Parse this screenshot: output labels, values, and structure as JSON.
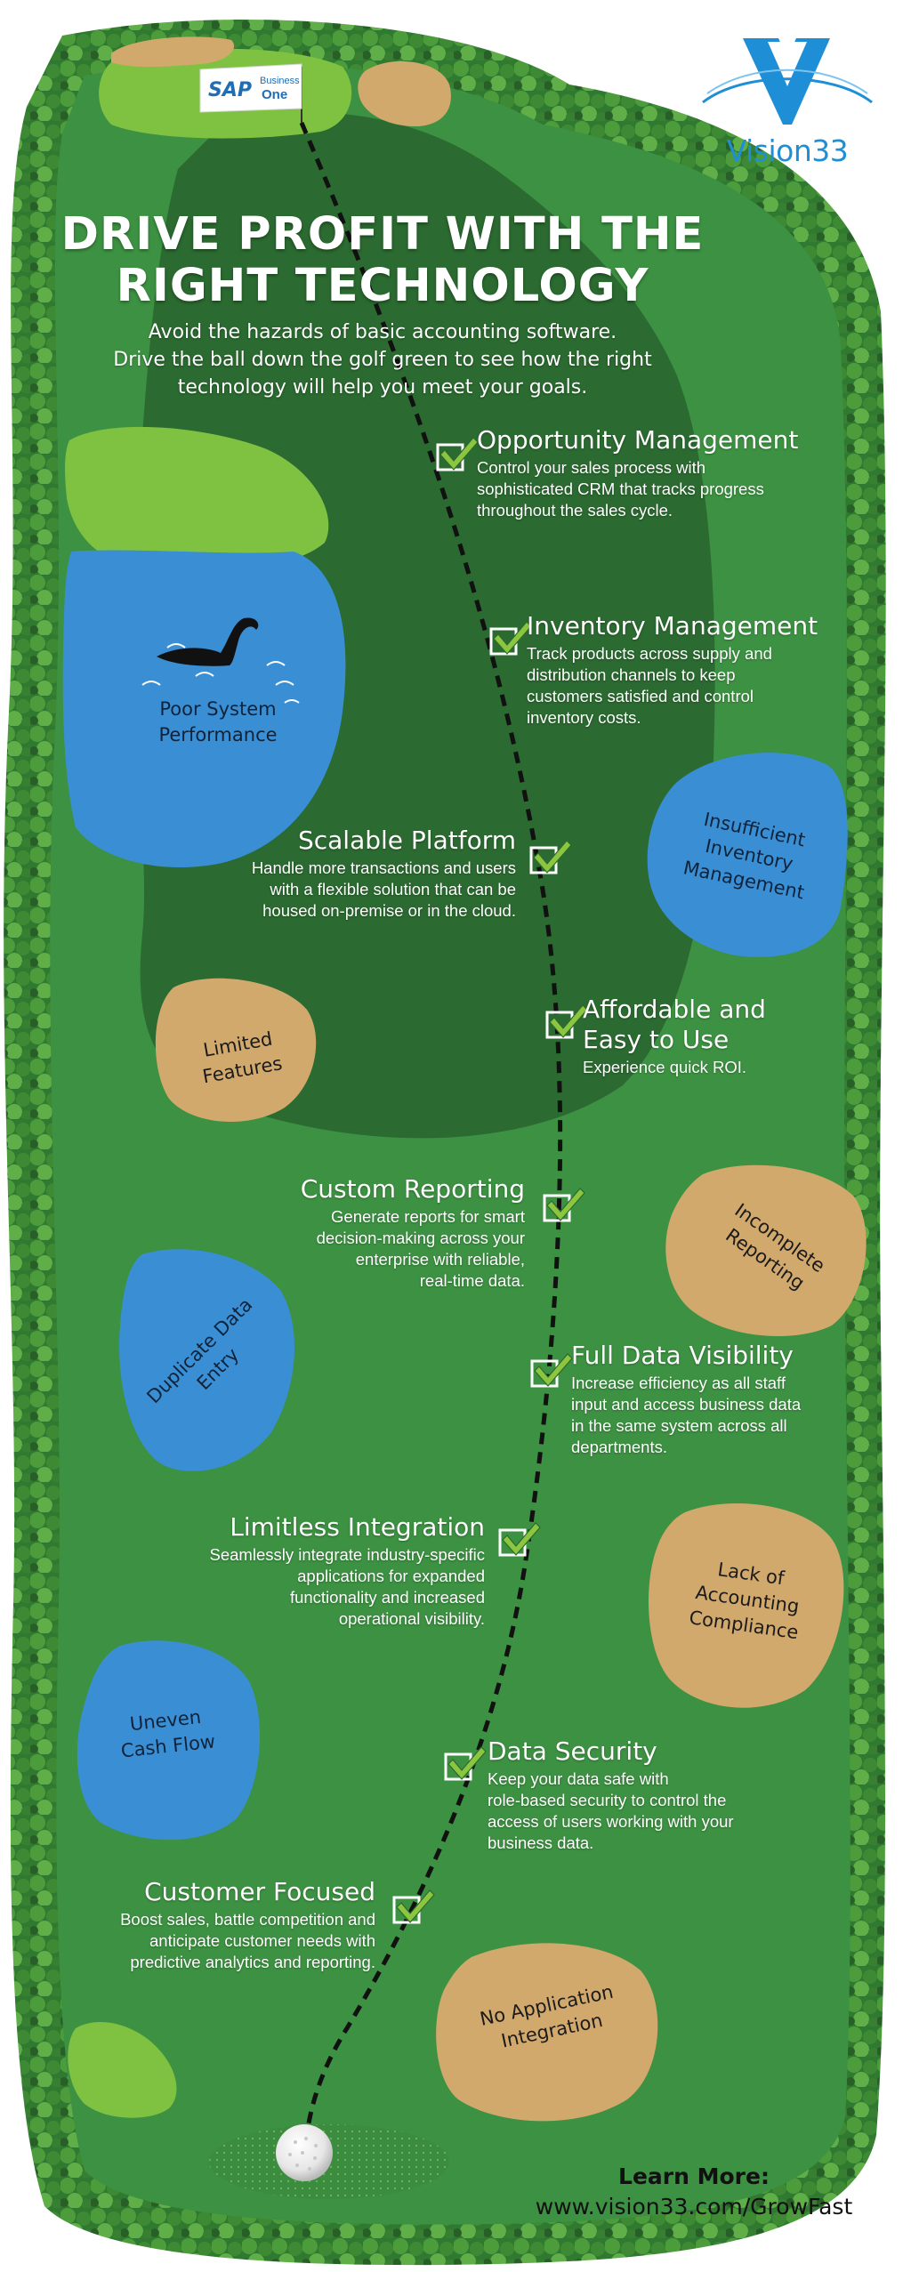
{
  "brand": {
    "name": "Vision33",
    "sap_flag": {
      "sap": "SAP",
      "business": "Business",
      "one": "One"
    }
  },
  "heading": {
    "title_line1": "DRIVE PROFIT WITH THE",
    "title_line2": "RIGHT TECHNOLOGY",
    "intro_line1": "Avoid the hazards of basic accounting software.",
    "intro_line2": "Drive the ball down the golf green to see how the right",
    "intro_line3": "technology will help you meet your goals."
  },
  "features": [
    {
      "title": "Opportunity Management",
      "lines": [
        "Control your sales process with",
        "sophisticated CRM that tracks progress",
        "throughout the sales cycle."
      ]
    },
    {
      "title": "Inventory Management",
      "lines": [
        "Track products across supply and",
        "distribution channels to keep",
        "customers satisfied and control",
        "inventory costs."
      ]
    },
    {
      "title": "Scalable Platform",
      "lines": [
        "Handle more transactions and users",
        "with a flexible solution that can be",
        "housed on-premise or in the cloud."
      ]
    },
    {
      "title_lines": [
        "Affordable and",
        "Easy to Use"
      ],
      "lines": [
        "Experience quick ROI."
      ]
    },
    {
      "title": "Custom Reporting",
      "lines": [
        "Generate reports for smart",
        "decision-making across your",
        "enterprise with reliable,",
        "real-time data."
      ]
    },
    {
      "title": "Full Data Visibility",
      "lines": [
        "Increase efficiency as all staff",
        "input and access business data",
        "in the same system across all",
        "departments."
      ]
    },
    {
      "title": "Limitless Integration",
      "lines": [
        "Seamlessly integrate industry-specific",
        "applications for expanded",
        "functionality and increased",
        "operational visibility."
      ]
    },
    {
      "title": "Data Security",
      "lines": [
        "Keep your data safe with",
        "role-based security to control the",
        "access of users working with your",
        "business data."
      ]
    },
    {
      "title": "Customer Focused",
      "lines": [
        "Boost sales, battle competition and",
        "anticipate customer needs with",
        "predictive analytics and reporting."
      ]
    }
  ],
  "hazards": [
    {
      "lines": [
        "Poor System",
        "Performance"
      ]
    },
    {
      "lines": [
        "Insufficient",
        "Inventory",
        "Management"
      ]
    },
    {
      "lines": [
        "Limited",
        "Features"
      ]
    },
    {
      "lines": [
        "Incomplete",
        "Reporting"
      ]
    },
    {
      "lines": [
        "Duplicate Data",
        "Entry"
      ]
    },
    {
      "lines": [
        "Lack of",
        "Accounting",
        "Compliance"
      ]
    },
    {
      "lines": [
        "Uneven",
        "Cash Flow"
      ]
    },
    {
      "lines": [
        "No Application",
        "Integration"
      ]
    }
  ],
  "footer": {
    "learn_more": "Learn More:",
    "url": "www.vision33.com/GrowFast"
  },
  "colors": {
    "rough": "#2c6e2e",
    "fairway": "#3d9142",
    "fairway_dark": "#2b6a30",
    "green_light": "#7fc242",
    "water": "#3a8fd4",
    "sand": "#d2a96d",
    "check": "#8cc63f",
    "brand_blue": "#1e8fd6"
  }
}
